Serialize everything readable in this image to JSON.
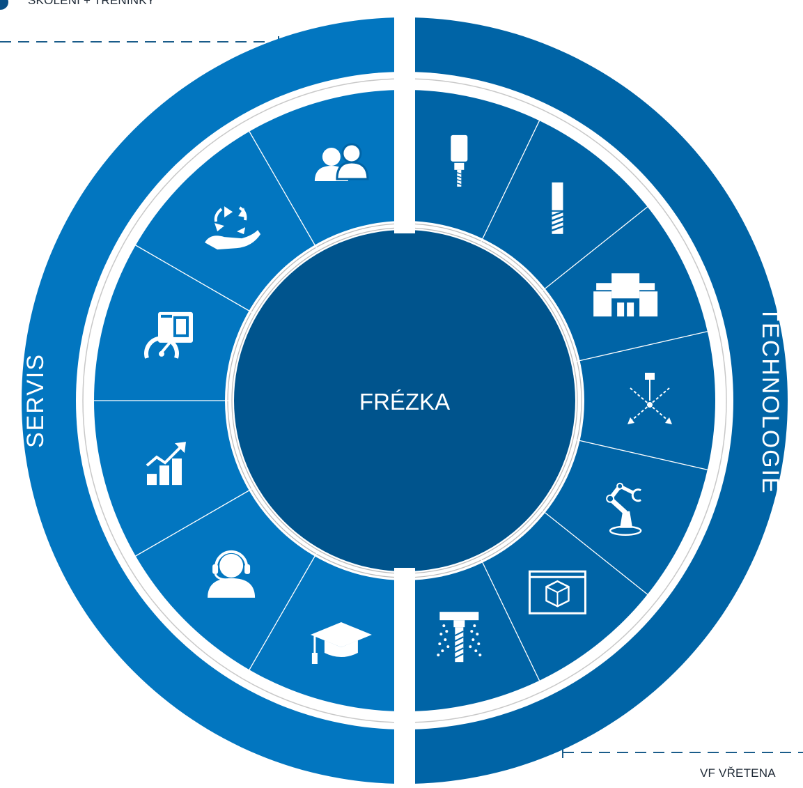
{
  "center": {
    "label": "FRÉZKA"
  },
  "left_ring": {
    "label": "SERVIS",
    "color": "#0276c0",
    "segments": [
      {
        "icon": "users-icon"
      },
      {
        "icon": "hand-recycle-icon"
      },
      {
        "icon": "machine-speedometer-icon"
      },
      {
        "icon": "growth-chart-icon"
      },
      {
        "icon": "support-headset-icon"
      },
      {
        "icon": "graduation-cap-icon"
      }
    ]
  },
  "right_ring": {
    "label": "TECHNOLOGIE",
    "color": "#0064a6",
    "segments": [
      {
        "icon": "spindle-icon"
      },
      {
        "icon": "end-mill-icon"
      },
      {
        "icon": "clamping-blocks-icon"
      },
      {
        "icon": "laser-probe-icon"
      },
      {
        "icon": "robot-arm-icon"
      },
      {
        "icon": "cad-cube-icon"
      },
      {
        "icon": "coolant-spindle-icon"
      }
    ]
  },
  "annotations": {
    "top_left": "ŠKOLENÍ + TRÉNINKY",
    "bottom_right": "VF VŘETENA"
  },
  "colors": {
    "center": "#00548d",
    "inner_ring": "#ffffff",
    "separator": "#ffffff",
    "dashed_line": "#1a5c8a"
  }
}
